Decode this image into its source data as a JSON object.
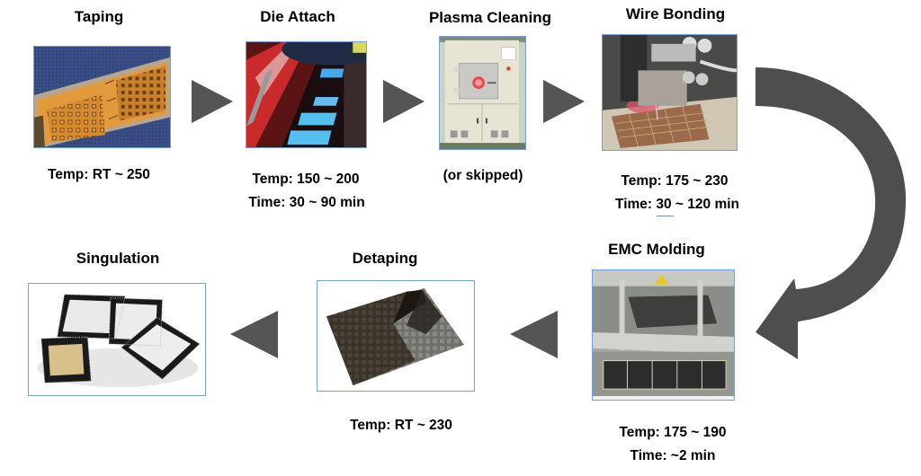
{
  "diagram": {
    "type": "process-flow",
    "arrow_color": "#555555",
    "frame_color": "#7a9fd6",
    "steps": [
      {
        "id": "taping",
        "title": "Taping",
        "image": "taped-leadframe-panel",
        "captions": [
          "Temp: RT ~ 250"
        ]
      },
      {
        "id": "die-attach",
        "title": "Die Attach",
        "image": "die-attach-machine",
        "captions": [
          "Temp: 150 ~ 200",
          "Time: 30 ~ 90 min"
        ]
      },
      {
        "id": "plasma-cleaning",
        "title": "Plasma Cleaning",
        "image": "plasma-cleaning-chamber",
        "captions": [
          "(or skipped)"
        ]
      },
      {
        "id": "wire-bonding",
        "title": "Wire Bonding",
        "image": "wire-bonder-head",
        "captions": [
          "Temp: 175 ~ 230",
          "Time: 30 ~ 120 min"
        ]
      },
      {
        "id": "emc-molding",
        "title": "EMC Molding",
        "image": "molding-press-with-strip",
        "captions": [
          "Temp: 175 ~ 190",
          "Time: ~2 min"
        ]
      },
      {
        "id": "detaping",
        "title": "Detaping",
        "image": "tape-peeling-from-panel",
        "captions": [
          "Temp: RT ~ 230"
        ]
      },
      {
        "id": "singulation",
        "title": "Singulation",
        "image": "singulated-qfn-packages",
        "captions": []
      }
    ],
    "flow": [
      [
        "taping",
        "die-attach"
      ],
      [
        "die-attach",
        "plasma-cleaning"
      ],
      [
        "plasma-cleaning",
        "wire-bonding"
      ],
      [
        "wire-bonding",
        "emc-molding"
      ],
      [
        "emc-molding",
        "detaping"
      ],
      [
        "detaping",
        "singulation"
      ]
    ]
  }
}
